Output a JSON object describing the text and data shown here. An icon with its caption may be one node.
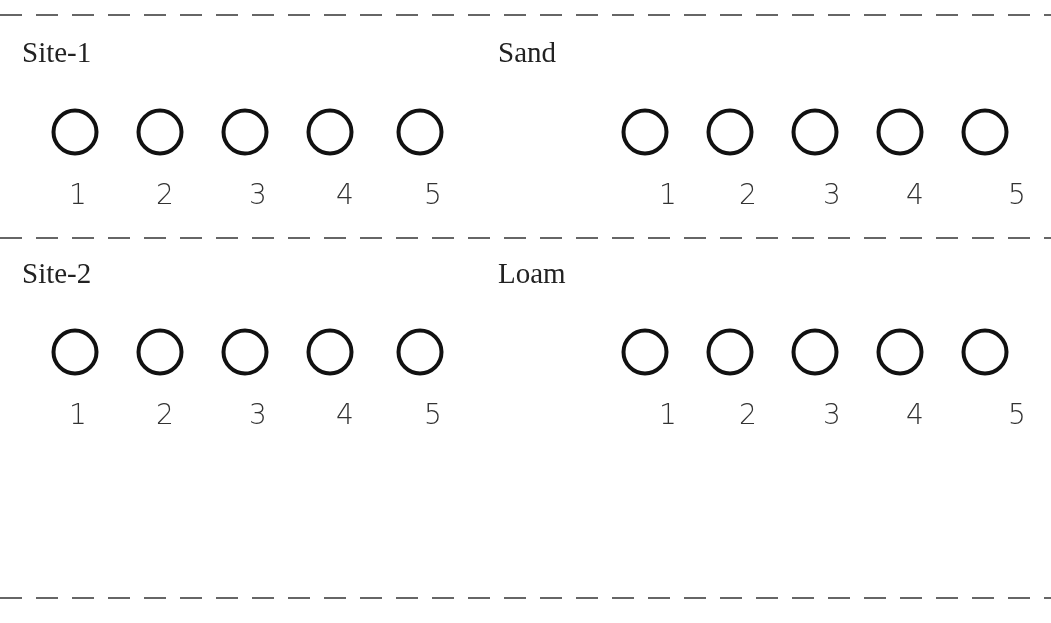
{
  "diagram": {
    "nodes": [
      {
        "text": [],
        "shape": "circle",
        "beside": [
          "1"
        ]
      },
      {
        "text": [],
        "shape": "circle",
        "beside": [
          "2"
        ]
      },
      {
        "text": [],
        "shape": "circle",
        "beside": [
          "3"
        ]
      },
      {
        "text": [],
        "shape": "circle",
        "beside": [
          "4"
        ]
      },
      {
        "text": [],
        "shape": "circle",
        "beside": [
          "5"
        ]
      },
      {
        "text": [],
        "shape": "circle",
        "beside": [
          "1"
        ]
      },
      {
        "text": [],
        "shape": "circle",
        "beside": [
          "2"
        ]
      },
      {
        "text": [],
        "shape": "circle",
        "beside": [
          "3"
        ]
      },
      {
        "text": [],
        "shape": "circle",
        "beside": [
          "4"
        ]
      },
      {
        "text": [],
        "shape": "circle",
        "beside": [
          "5"
        ]
      },
      {
        "text": [],
        "shape": "circle",
        "beside": [
          "1"
        ]
      },
      {
        "text": [],
        "shape": "circle",
        "beside": [
          "2"
        ]
      },
      {
        "text": [],
        "shape": "circle",
        "beside": [
          "3"
        ]
      },
      {
        "text": [],
        "shape": "circle",
        "beside": [
          "4"
        ]
      },
      {
        "text": [],
        "shape": "circle",
        "beside": [
          "5"
        ]
      },
      {
        "text": [],
        "shape": "circle",
        "beside": [
          "1"
        ]
      },
      {
        "text": [],
        "shape": "circle",
        "beside": [
          "2"
        ]
      },
      {
        "text": [],
        "shape": "circle",
        "beside": [
          "3"
        ]
      },
      {
        "text": [],
        "shape": "circle",
        "beside": [
          "4"
        ]
      },
      {
        "text": [],
        "shape": "circle",
        "beside": [
          "5"
        ]
      }
    ],
    "edges": [],
    "labels": [
      "Site-1",
      "Sand",
      "Site-2",
      "Loam"
    ]
  }
}
